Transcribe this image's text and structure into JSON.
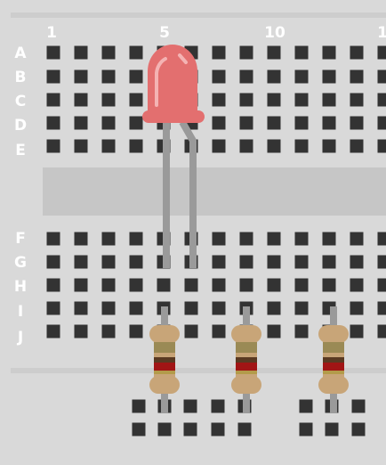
{
  "breadboard": {
    "column_labels": [
      "1",
      "5",
      "10",
      "1"
    ],
    "row_labels_top": [
      "A",
      "B",
      "C",
      "D",
      "E"
    ],
    "row_labels_bottom": [
      "F",
      "G",
      "H",
      "I",
      "J"
    ]
  },
  "components": {
    "led": {
      "color": "#e36f6f"
    },
    "resistor_count": 3,
    "resistor_bands": [
      "#9a8a55",
      "#5a3a22",
      "#a11515",
      "#b39b4a"
    ]
  },
  "colors": {
    "board": "#d9d9d9",
    "divider": "#c6c6c6",
    "hole": "#333333",
    "lead": "#9a9a9a",
    "resistor_body": "#c8a578"
  }
}
